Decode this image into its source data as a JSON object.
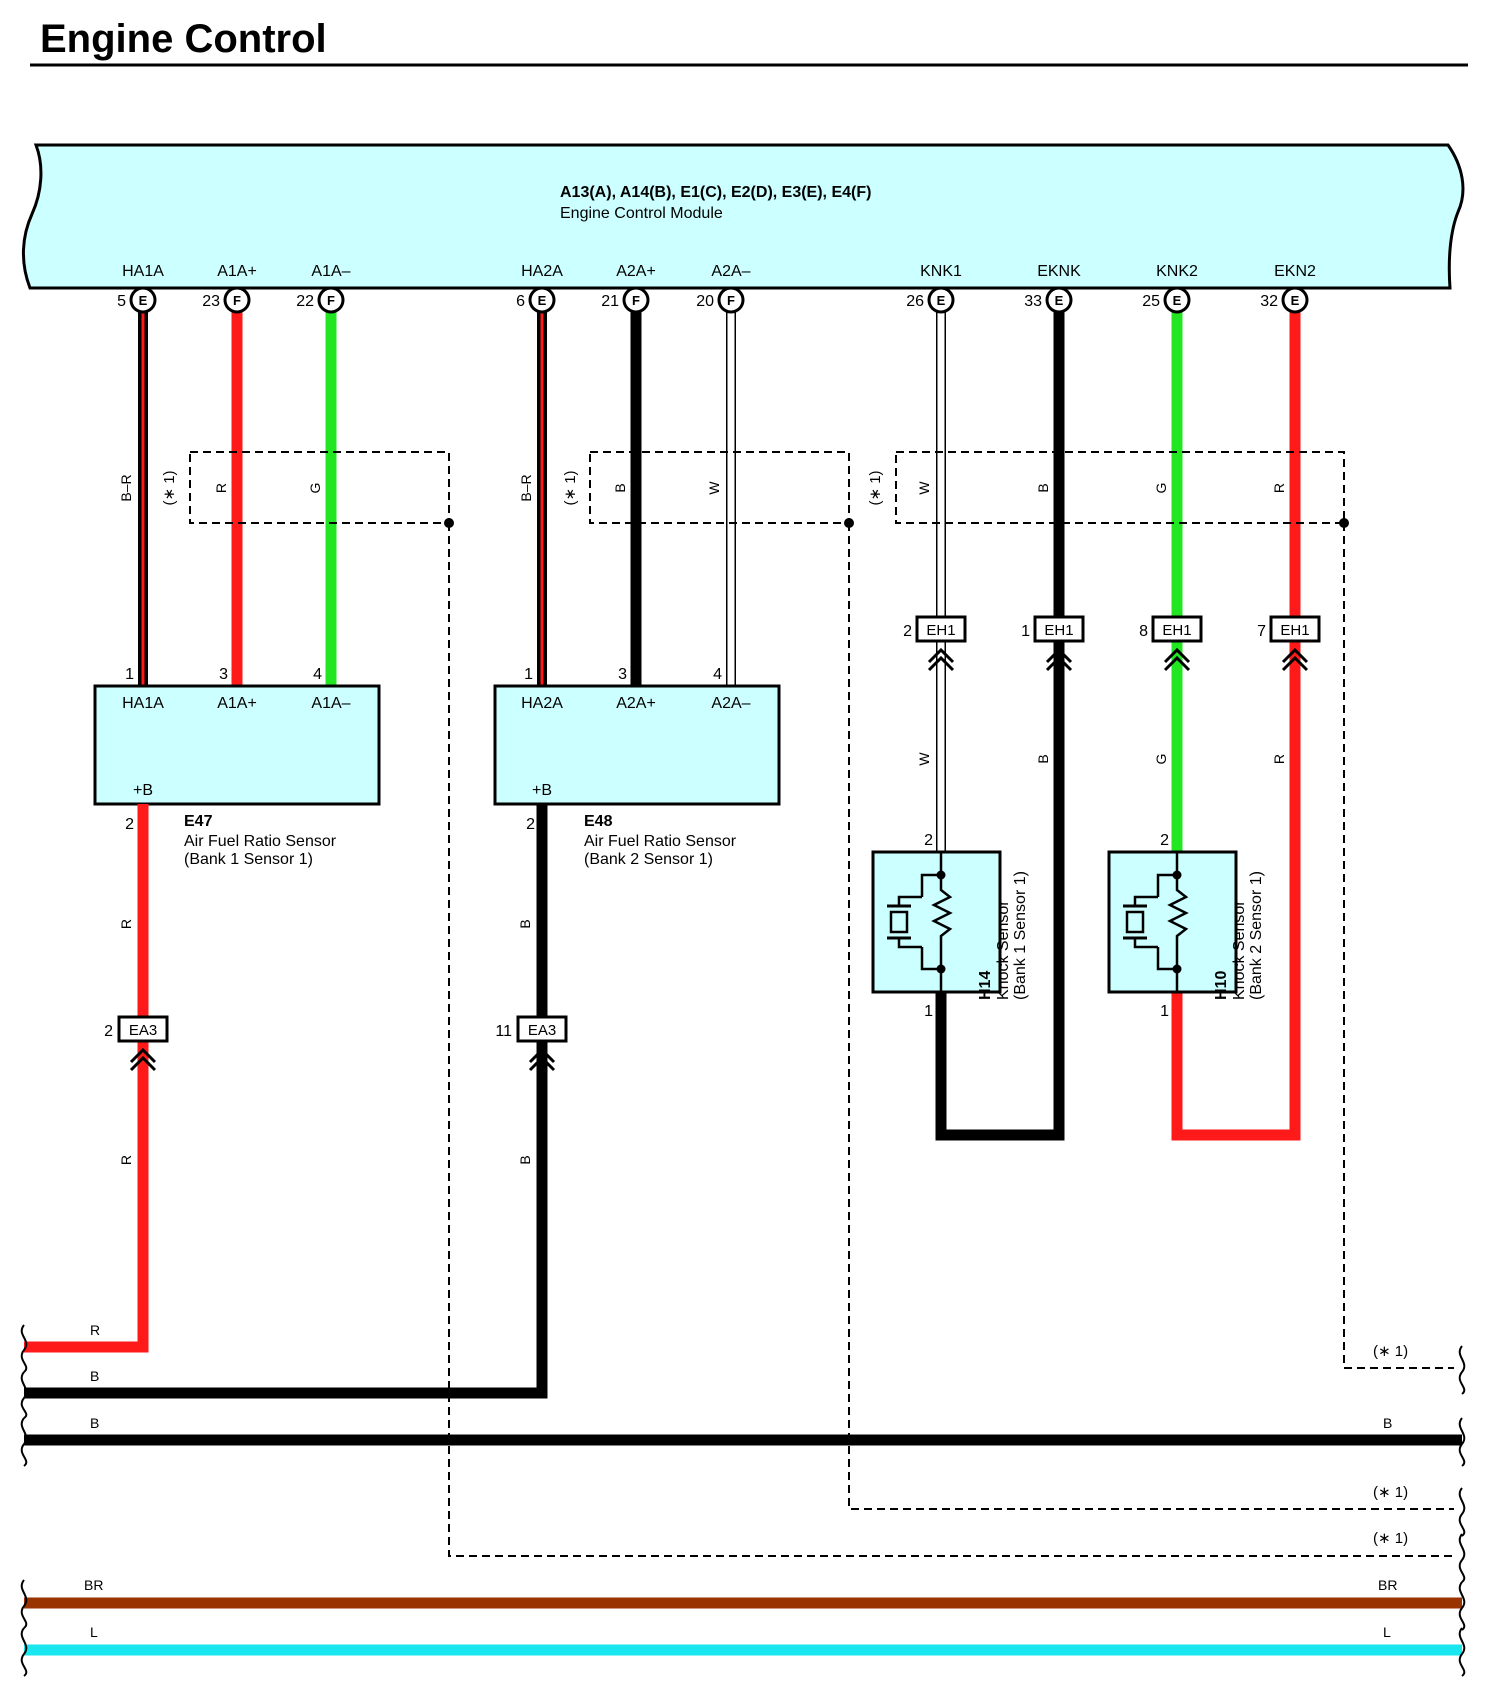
{
  "page_title": "Engine Control",
  "ecm": {
    "title": "A13(A), A14(B), E1(C), E2(D), E3(E), E4(F)",
    "subtitle": "Engine Control Module",
    "terminals": [
      {
        "name": "HA1A",
        "pin": "5",
        "connector": "E"
      },
      {
        "name": "A1A+",
        "pin": "23",
        "connector": "F"
      },
      {
        "name": "A1A–",
        "pin": "22",
        "connector": "F"
      },
      {
        "name": "HA2A",
        "pin": "6",
        "connector": "E"
      },
      {
        "name": "A2A+",
        "pin": "21",
        "connector": "F"
      },
      {
        "name": "A2A–",
        "pin": "20",
        "connector": "F"
      },
      {
        "name": "KNK1",
        "pin": "26",
        "connector": "E"
      },
      {
        "name": "EKNK",
        "pin": "33",
        "connector": "E"
      },
      {
        "name": "KNK2",
        "pin": "25",
        "connector": "E"
      },
      {
        "name": "EKN2",
        "pin": "32",
        "connector": "E"
      }
    ]
  },
  "shield_label": "(∗ 1)",
  "wire_colors": {
    "c1": "B–R",
    "c2": "R",
    "c3": "G",
    "c4": "B–R",
    "c5": "B",
    "c6": "W",
    "c7": "W",
    "c8": "B",
    "c9": "G",
    "c10": "R",
    "k1": "W",
    "k2": "B",
    "k3": "G",
    "k4": "R",
    "e47_low": "R",
    "e47_bottom": "R",
    "e48_low": "B",
    "e48_bottom": "B"
  },
  "sensor_e47": {
    "code": "E47",
    "name": "Air Fuel Ratio Sensor",
    "detail": "(Bank 1 Sensor 1)",
    "pins": [
      "HA1A",
      "A1A+",
      "A1A–"
    ],
    "pin_numbers": [
      "1",
      "3",
      "4"
    ],
    "plus_b": "+B",
    "plus_b_pin": "2"
  },
  "sensor_e48": {
    "code": "E48",
    "name": "Air Fuel Ratio Sensor",
    "detail": "(Bank 2 Sensor 1)",
    "pins": [
      "HA2A",
      "A2A+",
      "A2A–"
    ],
    "pin_numbers": [
      "1",
      "3",
      "4"
    ],
    "plus_b": "+B",
    "plus_b_pin": "2"
  },
  "connector_eh1": {
    "label": "EH1",
    "pins": [
      "2",
      "1",
      "8",
      "7"
    ]
  },
  "connector_ea3": {
    "label": "EA3",
    "pins": [
      "2",
      "11"
    ]
  },
  "knock_h14": {
    "code": "H14",
    "name": "Knock Sensor",
    "detail": "(Bank 1 Sensor 1)",
    "pin_top": "2",
    "pin_bottom": "1"
  },
  "knock_h10": {
    "code": "H10",
    "name": "Knock Sensor",
    "detail": "(Bank 2 Sensor 1)",
    "pin_top": "2",
    "pin_bottom": "1"
  },
  "bus": {
    "r_left": "R",
    "b1_left": "B",
    "b2_left": "B",
    "b2_right": "B",
    "shield_right_1": "(∗ 1)",
    "shield_right_2": "(∗ 1)",
    "shield_right_3": "(∗ 1)",
    "br_left": "BR",
    "br_right": "BR",
    "l_left": "L",
    "l_right": "L"
  },
  "colors": {
    "red": "#ff1a1a",
    "green": "#22e622",
    "black": "#000000",
    "white": "#ffffff",
    "brown": "#993300",
    "cyan": "#1ae6f0",
    "box_fill": "#ccffff"
  }
}
